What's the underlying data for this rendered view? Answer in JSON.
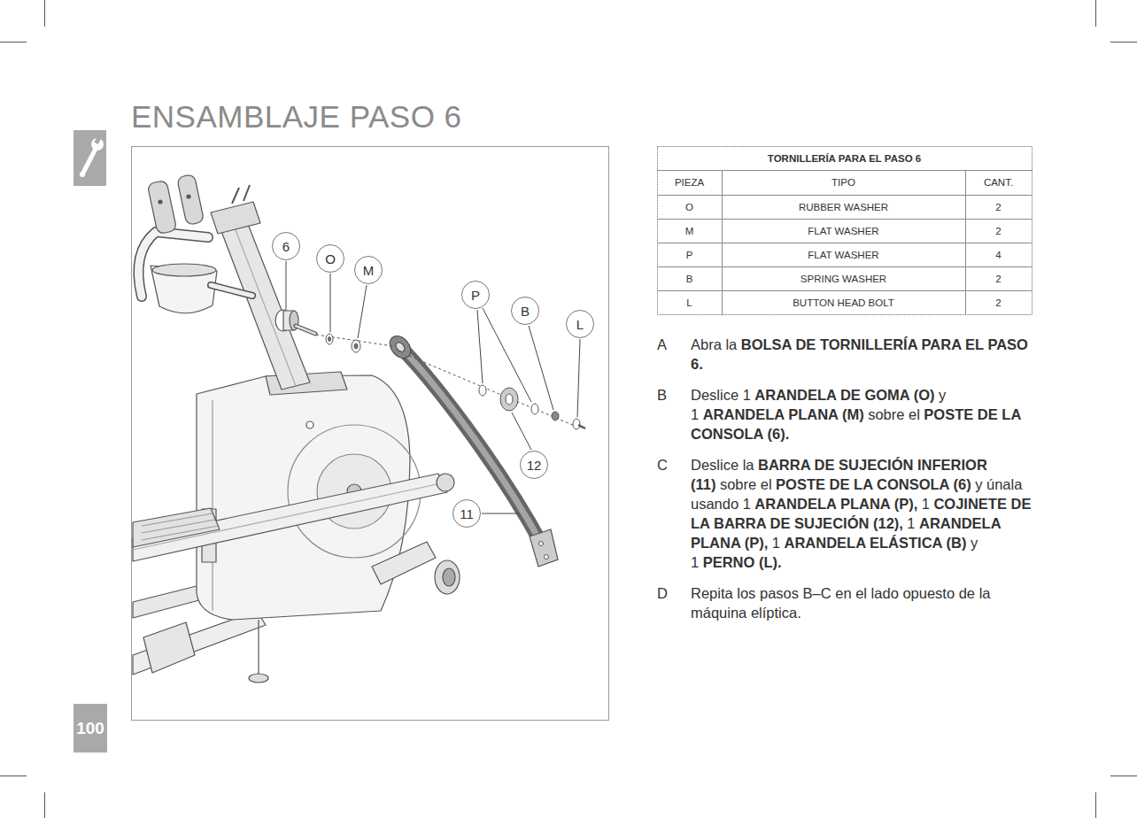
{
  "diagram": {
    "title": "ENSAMBLAJE PASO 6",
    "nodes": [
      {
        "text": [
          "6"
        ]
      },
      {
        "text": [
          "O"
        ]
      },
      {
        "text": [
          "M"
        ]
      },
      {
        "text": [
          "P"
        ]
      },
      {
        "text": [
          "B"
        ]
      },
      {
        "text": [
          "L"
        ]
      },
      {
        "text": [
          "12"
        ]
      },
      {
        "text": [
          "11"
        ]
      },
      {
        "text": [
          "100"
        ]
      }
    ],
    "labels": [
      "TORNILLERÍA PARA EL PASO 6",
      "PIEZA",
      "TIPO",
      "CANT.",
      "O",
      "RUBBER WASHER",
      "2",
      "M",
      "FLAT WASHER",
      "2",
      "P",
      "FLAT WASHER",
      "4",
      "B",
      "SPRING WASHER",
      "2",
      "L",
      "BUTTON HEAD BOLT",
      "2",
      "A",
      "Abra la",
      "BOLSA DE TORNILLERÍA PARA EL PASO 6.",
      "B",
      "Deslice 1",
      "ARANDELA DE GOMA (O)",
      "y 1",
      "ARANDELA PLANA (M)",
      "sobre el",
      "POSTE DE LA CONSOLA (6).",
      "C",
      "Deslice la",
      "BARRA DE SUJECIÓN INFERIOR (11)",
      "sobre el",
      "POSTE DE LA CONSOLA (6)",
      "y únala usando 1",
      "ARANDELA PLANA (P),",
      "1",
      "COJINETE DE LA BARRA DE SUJECIÓN (12),",
      "1",
      "ARANDELA PLANA (P),",
      "1",
      "ARANDELA ELÁSTICA (B)",
      "y 1",
      "PERNO (L).",
      "D",
      "Repita los pasos B–C en el lado opuesto de la máquina elíptica."
    ]
  }
}
